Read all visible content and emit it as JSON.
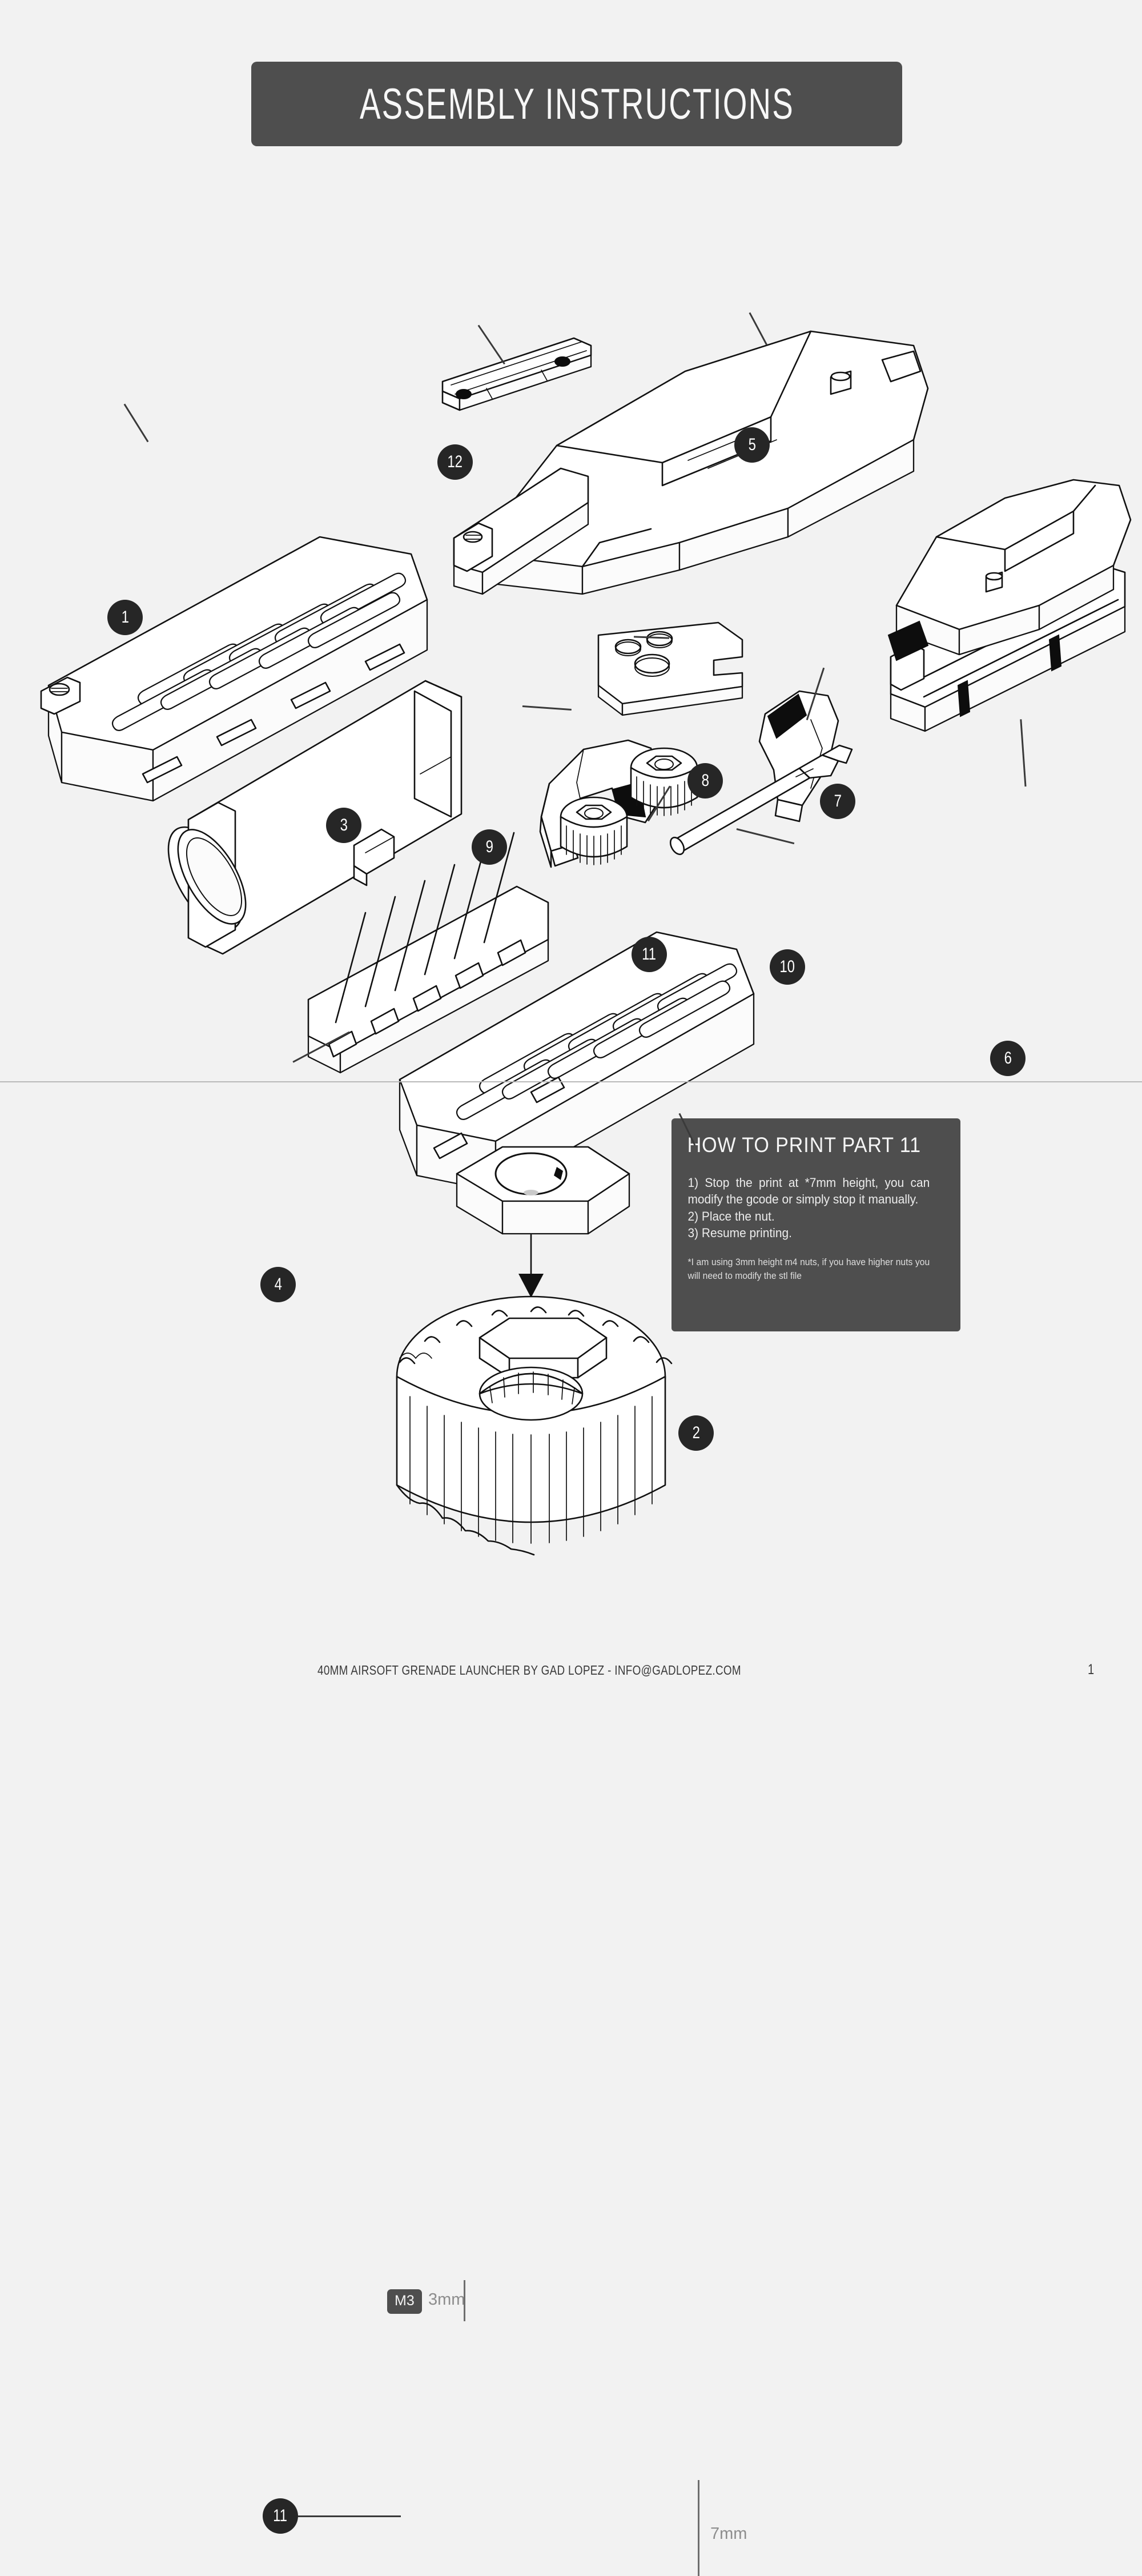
{
  "header": {
    "title": "ASSEMBLY INSTRUCTIONS"
  },
  "exploded_view": {
    "callouts": [
      {
        "id": "1",
        "label": "1"
      },
      {
        "id": "2",
        "label": "2"
      },
      {
        "id": "3",
        "label": "3"
      },
      {
        "id": "4",
        "label": "4"
      },
      {
        "id": "5",
        "label": "5"
      },
      {
        "id": "6",
        "label": "6"
      },
      {
        "id": "7",
        "label": "7"
      },
      {
        "id": "8",
        "label": "8"
      },
      {
        "id": "9",
        "label": "9"
      },
      {
        "id": "10",
        "label": "10"
      },
      {
        "id": "11",
        "label": "11"
      },
      {
        "id": "12",
        "label": "12"
      }
    ]
  },
  "howto": {
    "heading": "HOW TO PRINT PART 11",
    "step1": "1) Stop the print at *7mm height, you can  modify the gcode or simply stop it manually.",
    "step2": "2) Place the nut.",
    "step3": "3) Resume printing.",
    "note": "*I am using 3mm height m4 nuts, if you have higher nuts you will need to modify the stl file"
  },
  "dimensions": {
    "nut_badge": "M3",
    "nut_height": "3mm",
    "pulley_height": "7mm",
    "pulley_callout": "11"
  },
  "footer": {
    "credit": "40MM AIRSOFT GRENADE LAUNCHER BY GAD LOPEZ - INFO@GADLOPEZ.COM",
    "page_number": "1"
  },
  "colors": {
    "background": "#f2f2f2",
    "panel": "#4e4e4e",
    "callout": "#262626",
    "ink": "#111111"
  }
}
